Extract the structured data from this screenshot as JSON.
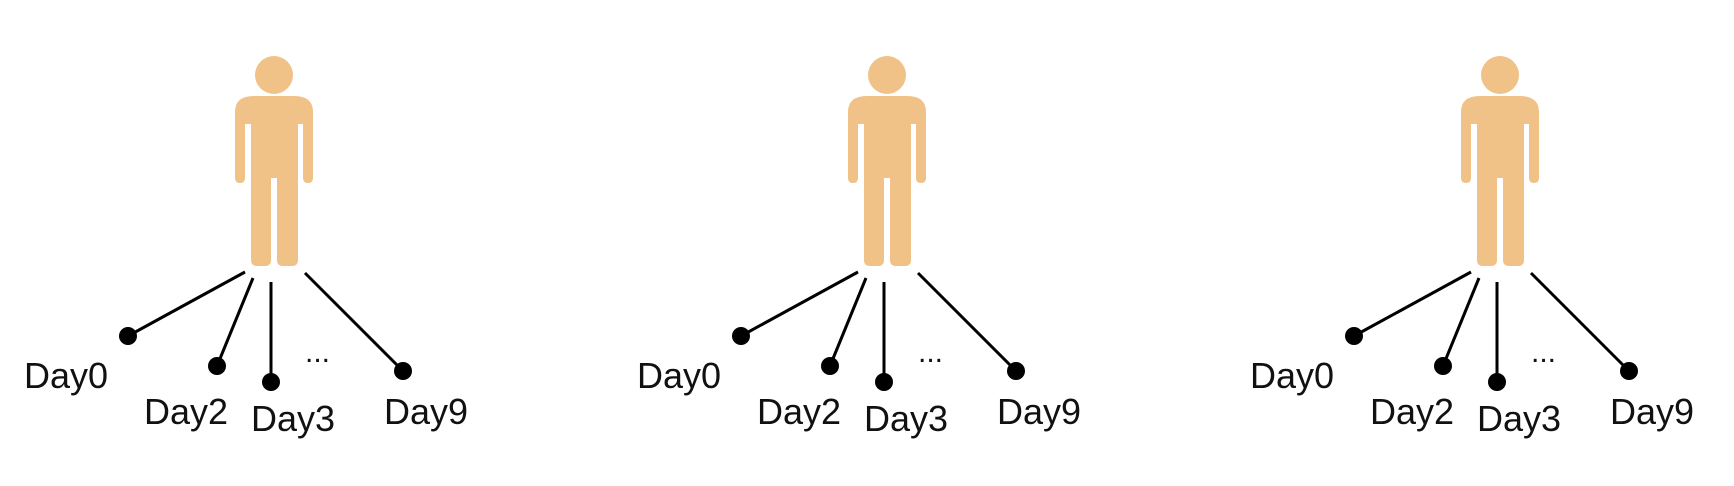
{
  "colors": {
    "figure": "#F0C287",
    "line": "#000000",
    "text": "#111111"
  },
  "icon": "person-icon",
  "figures": [
    {
      "labels": {
        "d0": "Day0",
        "d2": "Day2",
        "d3": "Day3",
        "d9": "Day9"
      },
      "ellipsis": "..."
    },
    {
      "labels": {
        "d0": "Day0",
        "d2": "Day2",
        "d3": "Day3",
        "d9": "Day9"
      },
      "ellipsis": "..."
    },
    {
      "labels": {
        "d0": "Day0",
        "d2": "Day2",
        "d3": "Day3",
        "d9": "Day9"
      },
      "ellipsis": "..."
    }
  ]
}
